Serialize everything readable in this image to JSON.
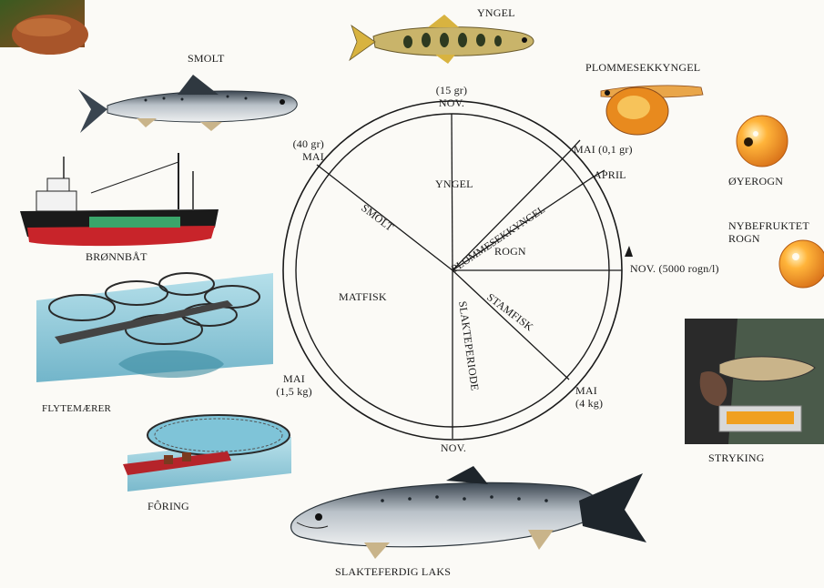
{
  "wheel": {
    "sectors": {
      "yngel": "YNGEL",
      "smolt": "SMOLT",
      "plommesekkyngel": "PLOMMESEKKYNGEL",
      "rogn": "ROGN",
      "stamfisk": "STAMFISK",
      "slakteperiode": "SLAKTEPERIODE",
      "matfisk": "MATFISK"
    },
    "markers": {
      "nov_top_weight": "(15 gr)",
      "nov_top_month": "NOV.",
      "mai_left_weight": "(40 gr)",
      "mai_left_month": "MAI",
      "mai_right": "MAI (0,1 gr)",
      "april": "APRIL",
      "nov_right": "NOV. (5000 rogn/l)",
      "mai_lower_right_month": "MAI",
      "mai_lower_right_weight": "(4 kg)",
      "nov_bottom": "NOV.",
      "mai_lower_left_month": "MAI",
      "mai_lower_left_weight": "(1,5 kg)"
    }
  },
  "illustrations": {
    "yngel": "YNGEL",
    "smolt": "SMOLT",
    "plommesekkyngel": "PLOMMESEKKYNGEL",
    "oyerogn": "ØYEROGN",
    "nybefruktet_line1": "NYBEFRUKTET",
    "nybefruktet_line2": "ROGN",
    "bronnbat": "BRØNNBÅT",
    "flytemaerer": "FLYTEMÆRER",
    "foring": "FÔRING",
    "stryking": "STRYKING",
    "slakteferdig": "SLAKTEFERDIG LAKS"
  },
  "colors": {
    "salmon_back": "#3f4a55",
    "salmon_side": "#b8c0c6",
    "roe": "#f0a020",
    "water": "#7fc4d8",
    "hull_red": "#c8242a"
  }
}
